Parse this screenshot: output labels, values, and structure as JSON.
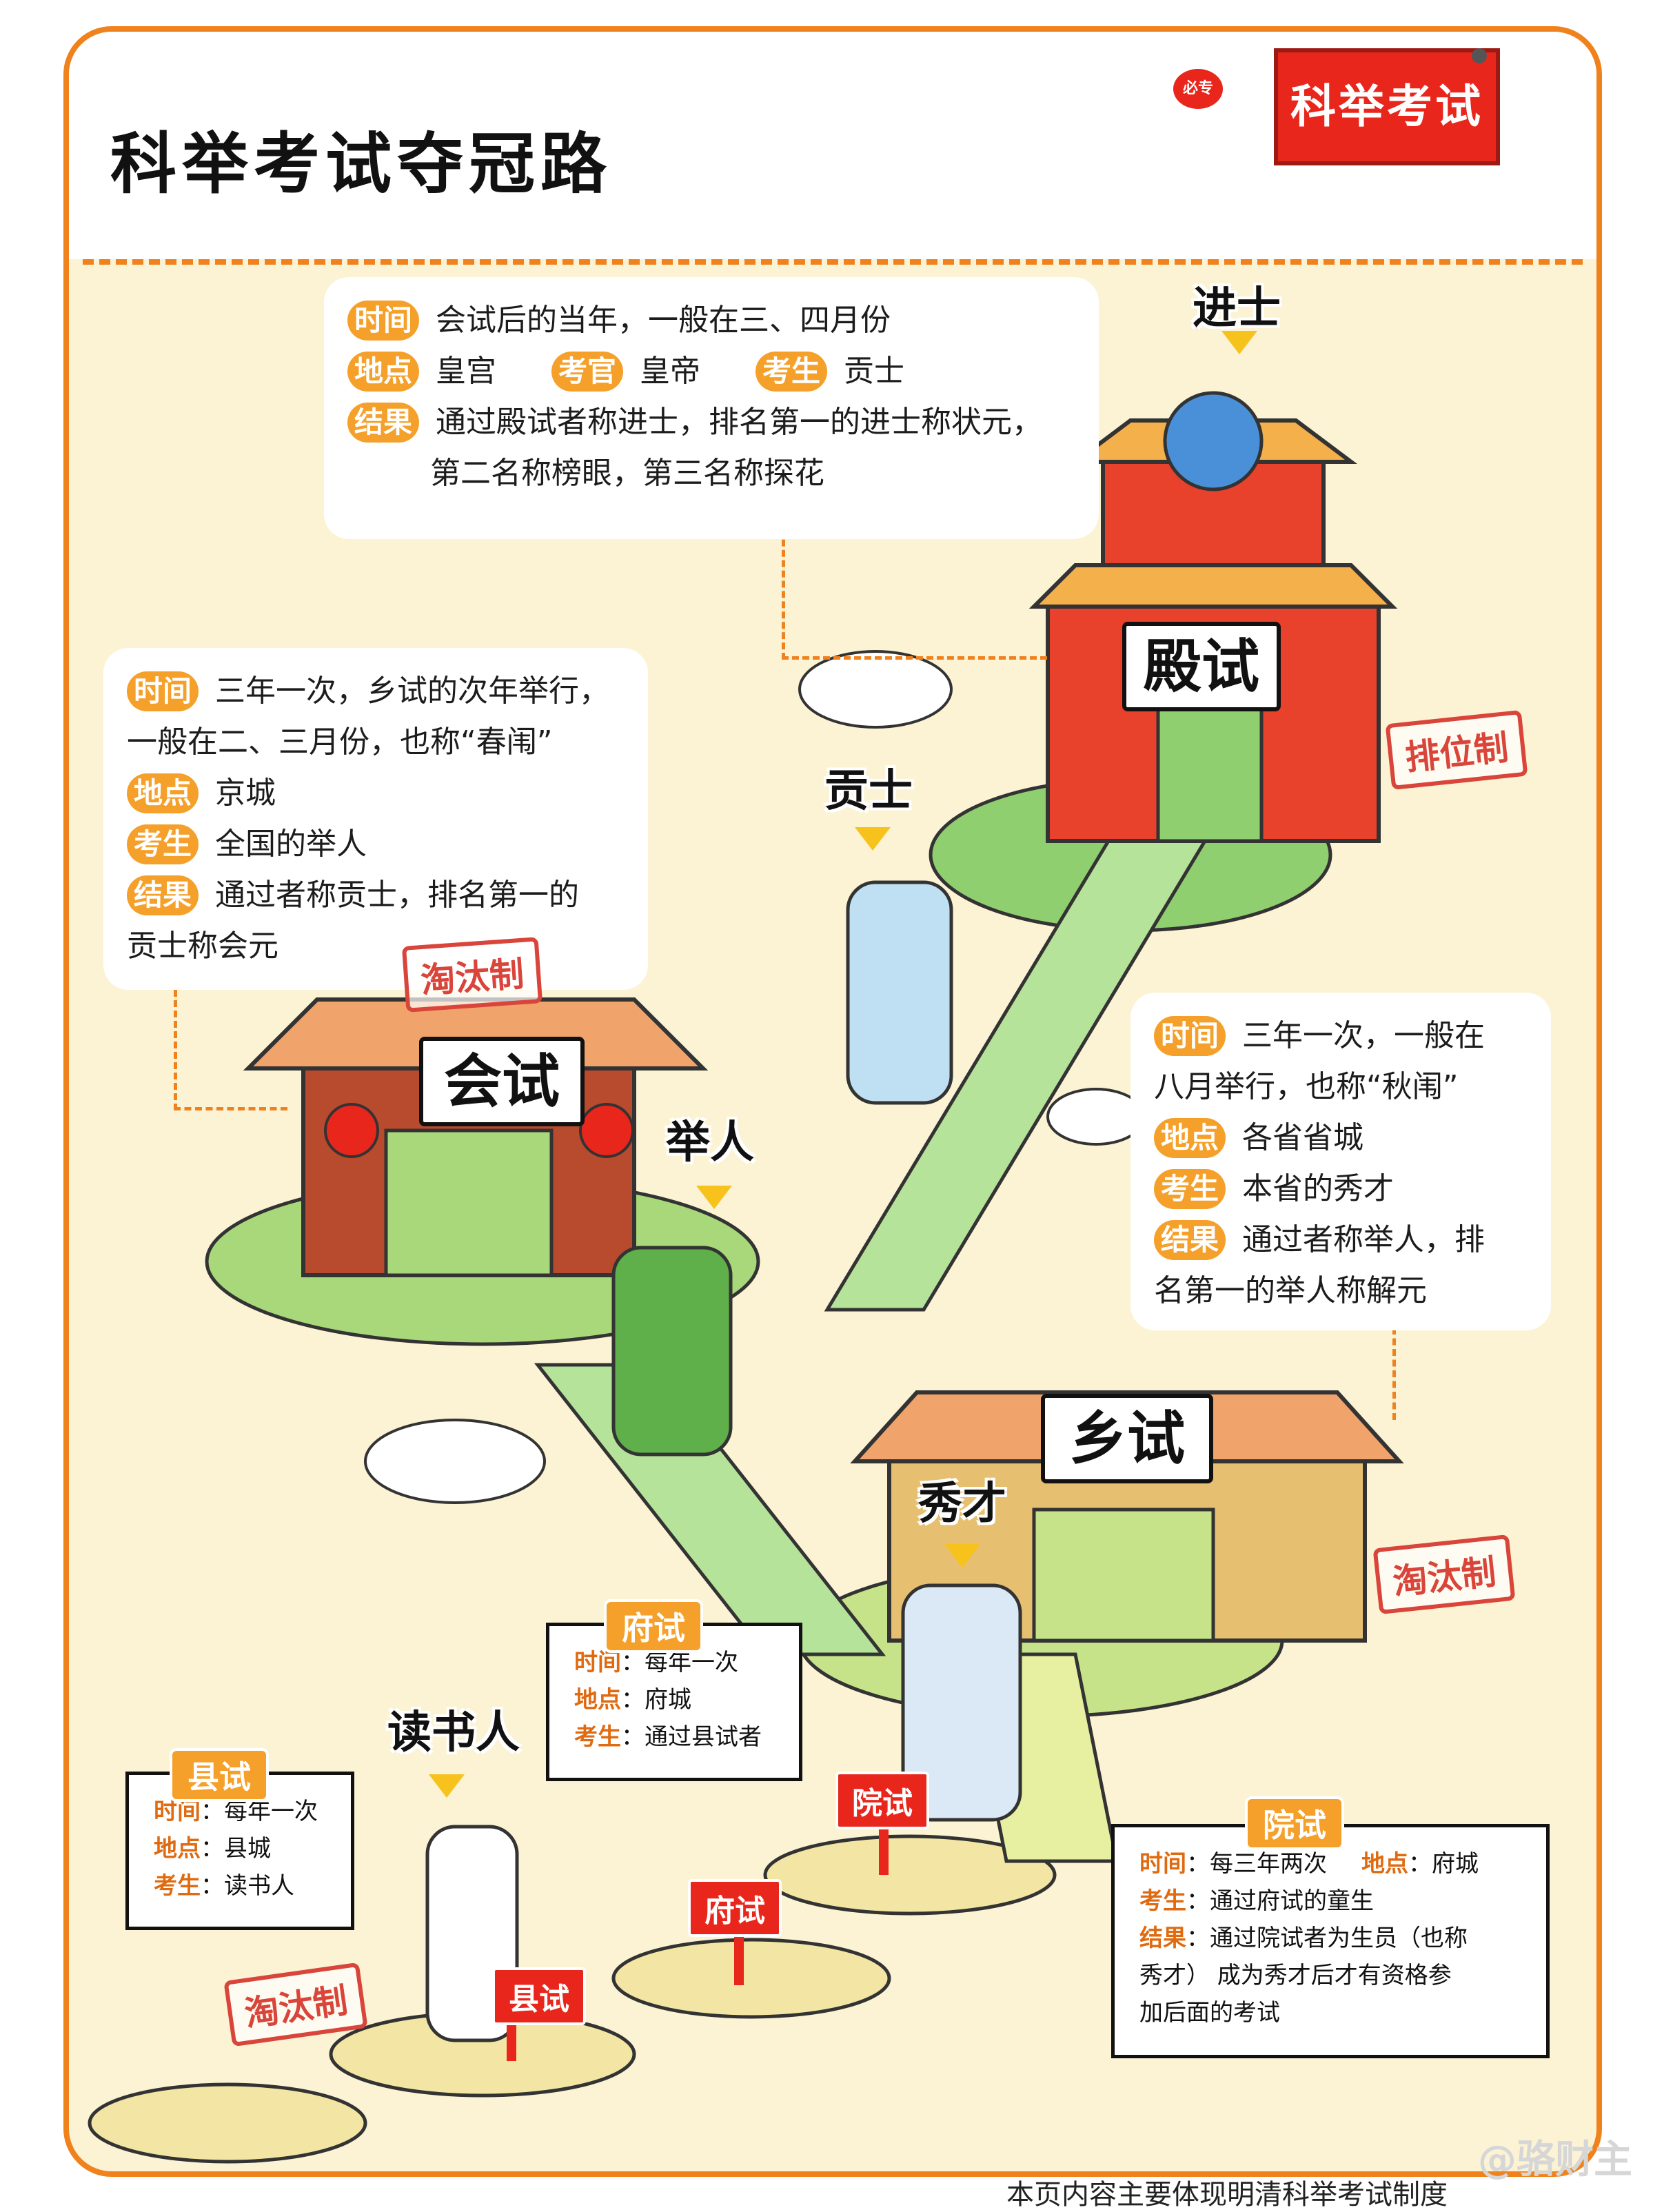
{
  "header": {
    "title": "科举考试夺冠路",
    "badge": "科举考试",
    "speech_logo": "必专"
  },
  "stages": {
    "dianshi": {
      "board": "殿试",
      "role": "进士",
      "seal": "排位制",
      "info": {
        "time_tag": "时间",
        "time": "会试后的当年，一般在三、四月份",
        "place_tag": "地点",
        "place": "皇宫",
        "examiner_tag": "考官",
        "examiner": "皇帝",
        "candidate_tag": "考生",
        "candidate": "贡士",
        "result_tag": "结果",
        "result_1": "通过殿试者称进士，排名第一的进士称状元，",
        "result_2": "第二名称榜眼，第三名称探花"
      }
    },
    "huishi": {
      "board": "会试",
      "role": "贡士",
      "seal": "淘汰制",
      "info": {
        "time_tag": "时间",
        "time_1": "三年一次，乡试的次年举行，",
        "time_2": "一般在二、三月份，也称“春闱”",
        "place_tag": "地点",
        "place": "京城",
        "candidate_tag": "考生",
        "candidate": "全国的举人",
        "result_tag": "结果",
        "result_1": "通过者称贡士，排名第一的",
        "result_2": "贡士称会元"
      }
    },
    "xiangshi": {
      "board": "乡试",
      "role": "举人",
      "seal": "淘汰制",
      "info": {
        "time_tag": "时间",
        "time_1": "三年一次，一般在",
        "time_2": "八月举行，也称“秋闱”",
        "place_tag": "地点",
        "place": "各省省城",
        "candidate_tag": "考生",
        "candidate": "本省的秀才",
        "result_tag": "结果",
        "result_1": "通过者称举人，排",
        "result_2": "名第一的举人称解元"
      }
    },
    "fushi": {
      "title": "府试",
      "sign": "府试",
      "time_k": "时间",
      "time": "每年一次",
      "place_k": "地点",
      "place": "府城",
      "candidate_k": "考生",
      "candidate": "通过县试者"
    },
    "xianshi": {
      "title": "县试",
      "sign": "县试",
      "seal": "淘汰制",
      "time_k": "时间",
      "time": "每年一次",
      "place_k": "地点",
      "place": "县城",
      "candidate_k": "考生",
      "candidate": "读书人"
    },
    "yuanshi": {
      "title": "院试",
      "sign": "院试",
      "time_k": "时间",
      "time": "每三年两次",
      "place_k": "地点",
      "place": "府城",
      "candidate_k": "考生",
      "candidate": "通过府试的童生",
      "result_k": "结果",
      "result_1": "通过院试者为生员（也称",
      "result_2": "秀才）  成为秀才后才有资格参",
      "result_3": "加后面的考试"
    }
  },
  "roles": {
    "scholar": "读书人",
    "xiucai": "秀才",
    "juren": "举人",
    "gongshi": "贡士",
    "jinshi": "进士"
  },
  "footer": {
    "watermark": "@骆财主",
    "note": "本页内容主要体现明清科举考试制度"
  }
}
